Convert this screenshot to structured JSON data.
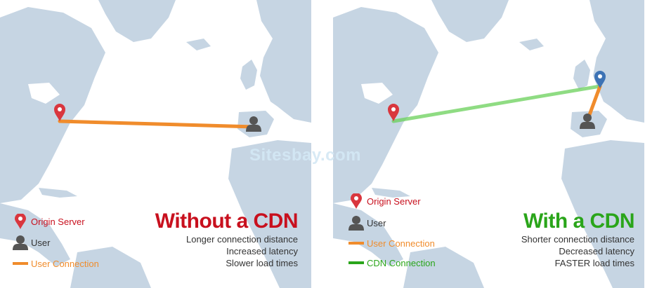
{
  "watermark": "Sitesbay.com",
  "colors": {
    "ocean": "#ffffff",
    "land": "#c6d5e3",
    "origin_pin": "#d9363e",
    "cdn_pin": "#3d73b5",
    "user_icon": "#555555",
    "user_connection": "#f08c2c",
    "cdn_connection": "#6ad05a",
    "title_without": "#c8101e",
    "title_with": "#2aa51a",
    "origin_label": "#c8101e",
    "user_connection_label": "#f08c2c",
    "cdn_connection_label": "#2aa51a"
  },
  "icons": {
    "origin": "map-pin-icon",
    "user": "user-silhouette-icon",
    "cdn": "map-pin-icon"
  },
  "without_cdn": {
    "title": "Without a CDN",
    "facts": [
      "Longer connection distance",
      "Increased latency",
      "Slower load times"
    ],
    "legend": {
      "origin_server": "Origin Server",
      "user": "User",
      "user_connection": "User Connection"
    }
  },
  "with_cdn": {
    "title": "With a CDN",
    "facts": [
      "Shorter connection distance",
      "Decreased latency",
      "FASTER load times"
    ],
    "legend": {
      "origin_server": "Origin Server",
      "user": "User",
      "user_connection": "User Connection",
      "cdn_connection": "CDN Connection"
    }
  }
}
